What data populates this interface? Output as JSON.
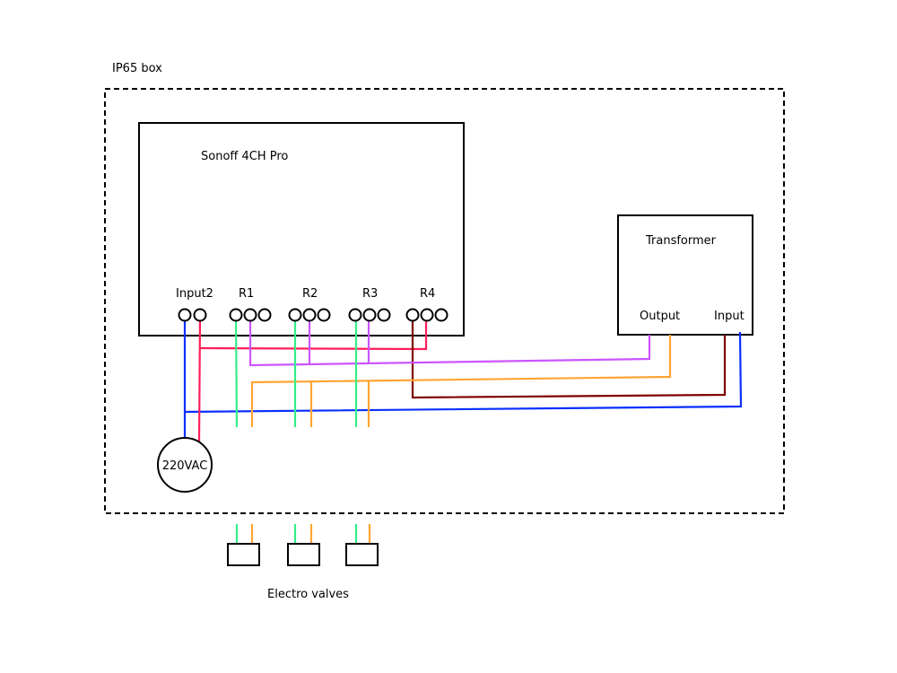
{
  "enclosure": {
    "label": "IP65 box"
  },
  "sonoff": {
    "title": "Sonoff 4CH Pro",
    "terminal_labels": [
      "Input2",
      "R1",
      "R2",
      "R3",
      "R4"
    ]
  },
  "transformer": {
    "title": "Transformer",
    "output_label": "Output",
    "input_label": "Input"
  },
  "power_source": {
    "label": "220VAC"
  },
  "valves": {
    "label": "Electro valves",
    "count": 3
  },
  "colors": {
    "phase": "#ff1f5a",
    "neutral": "#0a2fff",
    "relay_common": "#cc55ff",
    "valve_return": "#ffa533",
    "valve_feed": "#33ee88",
    "transformer_in": "#800000"
  }
}
